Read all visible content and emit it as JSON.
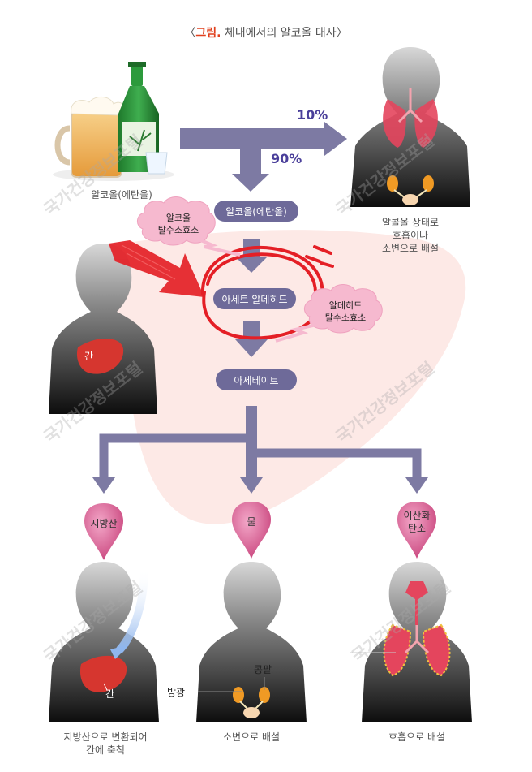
{
  "title": {
    "bracket_open": "〈",
    "label": "그림.",
    "text": "체내에서의 알코올 대사",
    "bracket_close": "〉"
  },
  "drink_caption": "알코올(에탄올)",
  "pct_excreted": "10%",
  "pct_metabolized": "90%",
  "excreted_caption": "알콜올 상태로\n호흡이나\n소변으로 배설",
  "steps": {
    "alcohol": "알코올(에탄올)",
    "acetaldehyde": "아세트 알데히드",
    "acetate": "아세테이트"
  },
  "enzymes": {
    "adh": "알코올\n탈수소효소",
    "aldh": "알데히드\n탈수소효소"
  },
  "liver_label": "간",
  "products": {
    "fat": "지방산",
    "water": "물",
    "co2": "이산화\n탄소"
  },
  "outcomes": {
    "fat": "지방산으로 변환되어\n간에 축척",
    "water": "소변으로 배설",
    "co2": "호흡으로 배설"
  },
  "organ_labels": {
    "liver": "간",
    "bladder": "방광",
    "kidney": "콩팥",
    "lung": "폐"
  },
  "watermark": "국가건강정보포털",
  "colors": {
    "arrow": "#7d7aa3",
    "pill": "#6e6a99",
    "pct": "#4a3f9a",
    "accent_red": "#e0401e",
    "liver_bg": "#fde9e6",
    "drop_pink": "#d7588e",
    "cloud_pink": "#f6b9cf"
  }
}
